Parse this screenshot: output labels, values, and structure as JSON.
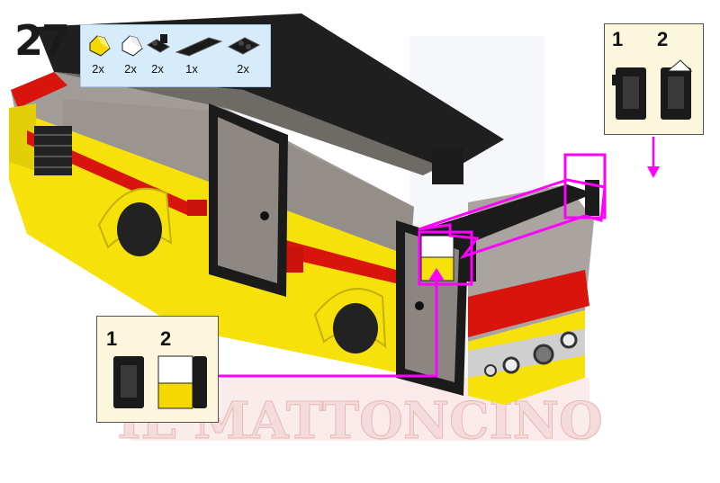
{
  "step": {
    "number": "27"
  },
  "parts_list": [
    {
      "name": "yellow-slope-tile",
      "qty": "2x",
      "color": "#f5d800"
    },
    {
      "name": "white-slope-tile",
      "qty": "2x",
      "color": "#ffffff"
    },
    {
      "name": "black-clip-plate",
      "qty": "2x",
      "color": "#1a1a1a"
    },
    {
      "name": "black-long-tile",
      "qty": "1x",
      "color": "#1a1a1a"
    },
    {
      "name": "black-handle-plate",
      "qty": "2x",
      "color": "#1a1a1a"
    }
  ],
  "callout_top_right": {
    "step1": "1",
    "step2": "2"
  },
  "callout_bottom_left": {
    "step1": "1",
    "step2": "2"
  },
  "watermark": {
    "text": "IL MATTONCINO"
  },
  "colors": {
    "bus_yellow": "#f6e20a",
    "bus_red": "#d8140d",
    "frame_black": "#1b1b1b",
    "highlight": "#ff00ff",
    "callout_bg": "#fcf6dd",
    "parts_bg": "#d6ecfb"
  }
}
